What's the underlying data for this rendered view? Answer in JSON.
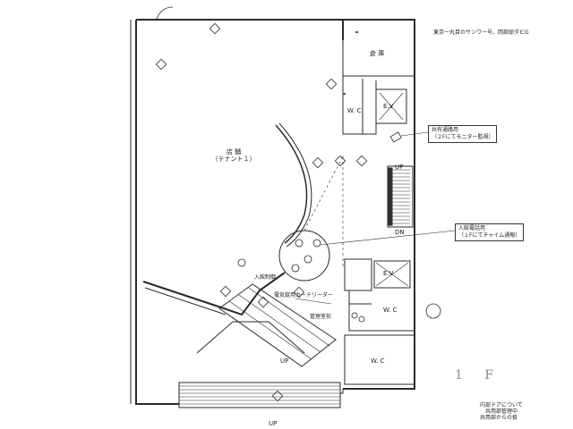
{
  "title_note": "東京一丸目のサンワー号、岡部邸ダビG",
  "rooms": {
    "store_line1": "店 舗",
    "store_line2": "（テナント１）",
    "warehouse": "倉 庫",
    "wc_top": "W. C",
    "ev_top": "E.V",
    "ev_mid": "E.V",
    "wc_mid": "W. C",
    "wc_bottom": "W. C"
  },
  "stairs": {
    "up_right": "UP",
    "dn_right": "DN",
    "up_main": "UP",
    "up_bottom": "UP"
  },
  "notes": {
    "monitor_line1": "共有通路用",
    "monitor_line2": "（２Fにてモニター監視）",
    "interphone_line1": "入館電話用",
    "interphone_line2": "（１Fにてチャイム通報）",
    "entrance_panel": "入館制御",
    "card_reader": "電気錠用カードリーダー",
    "management": "管理室前",
    "bottom_right_line1": "内部ドアについて",
    "bottom_right_line2": "共用部管理中",
    "bottom_right_line3": "共用部からの扱"
  },
  "floor_label": "1 F",
  "colors": {
    "line": "#2a2a2a",
    "hatch": "#555555",
    "paper": "#ffffff"
  }
}
